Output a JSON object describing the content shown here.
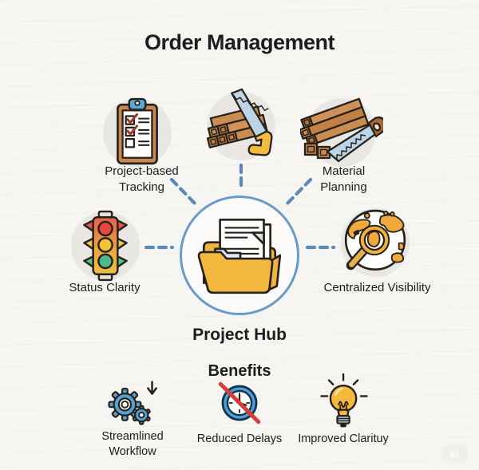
{
  "title": "Order Management",
  "hub": {
    "label": "Project Hub",
    "icon": "folder-documents-icon"
  },
  "satellites": [
    {
      "id": "project-based-tracking",
      "icon": "clipboard-checklist-icon",
      "label_lines": [
        "Project-based",
        "Tracking"
      ]
    },
    {
      "id": "lumber-stack-top",
      "icon": "lumber-hacksaw-icon",
      "label_lines": []
    },
    {
      "id": "material-planning",
      "icon": "lumber-handsaw-icon",
      "label_lines": [
        "Material",
        "Planning"
      ]
    },
    {
      "id": "status-clarity",
      "icon": "traffic-light-icon",
      "label_lines": [
        "Status Clarity"
      ]
    },
    {
      "id": "centralized-visibility",
      "icon": "globe-magnifier-icon",
      "label_lines": [
        "Centralized Visibility"
      ]
    }
  ],
  "benefits": {
    "heading": "Benefits",
    "items": [
      {
        "icon": "gears-icon",
        "label_lines": [
          "Streamlined",
          "Workflow"
        ]
      },
      {
        "icon": "no-delay-clock-icon",
        "label_lines": [
          "Reduced Delays"
        ]
      },
      {
        "icon": "lightbulb-icon",
        "label_lines": [
          "Improved Clarituy"
        ]
      }
    ]
  },
  "watermark": {
    "text": "ai"
  },
  "colors": {
    "background": "#f6f5f2",
    "text_dark": "#1d1d1f",
    "connector_blue": "#5b8ab8",
    "hub_ring": "#6b9ac8",
    "satellite_circle": "#e9e7e4",
    "folder_yellow": "#f0b440",
    "wood_brown": "#c98d52",
    "clip_blue": "#5aa7d8",
    "gear_blue": "#56a0d3",
    "slash_red": "#d23f3f",
    "bulb_yellow": "#f5b93a",
    "light_red": "#e8473f",
    "light_yellow": "#f5c432",
    "light_green": "#4db88a"
  }
}
